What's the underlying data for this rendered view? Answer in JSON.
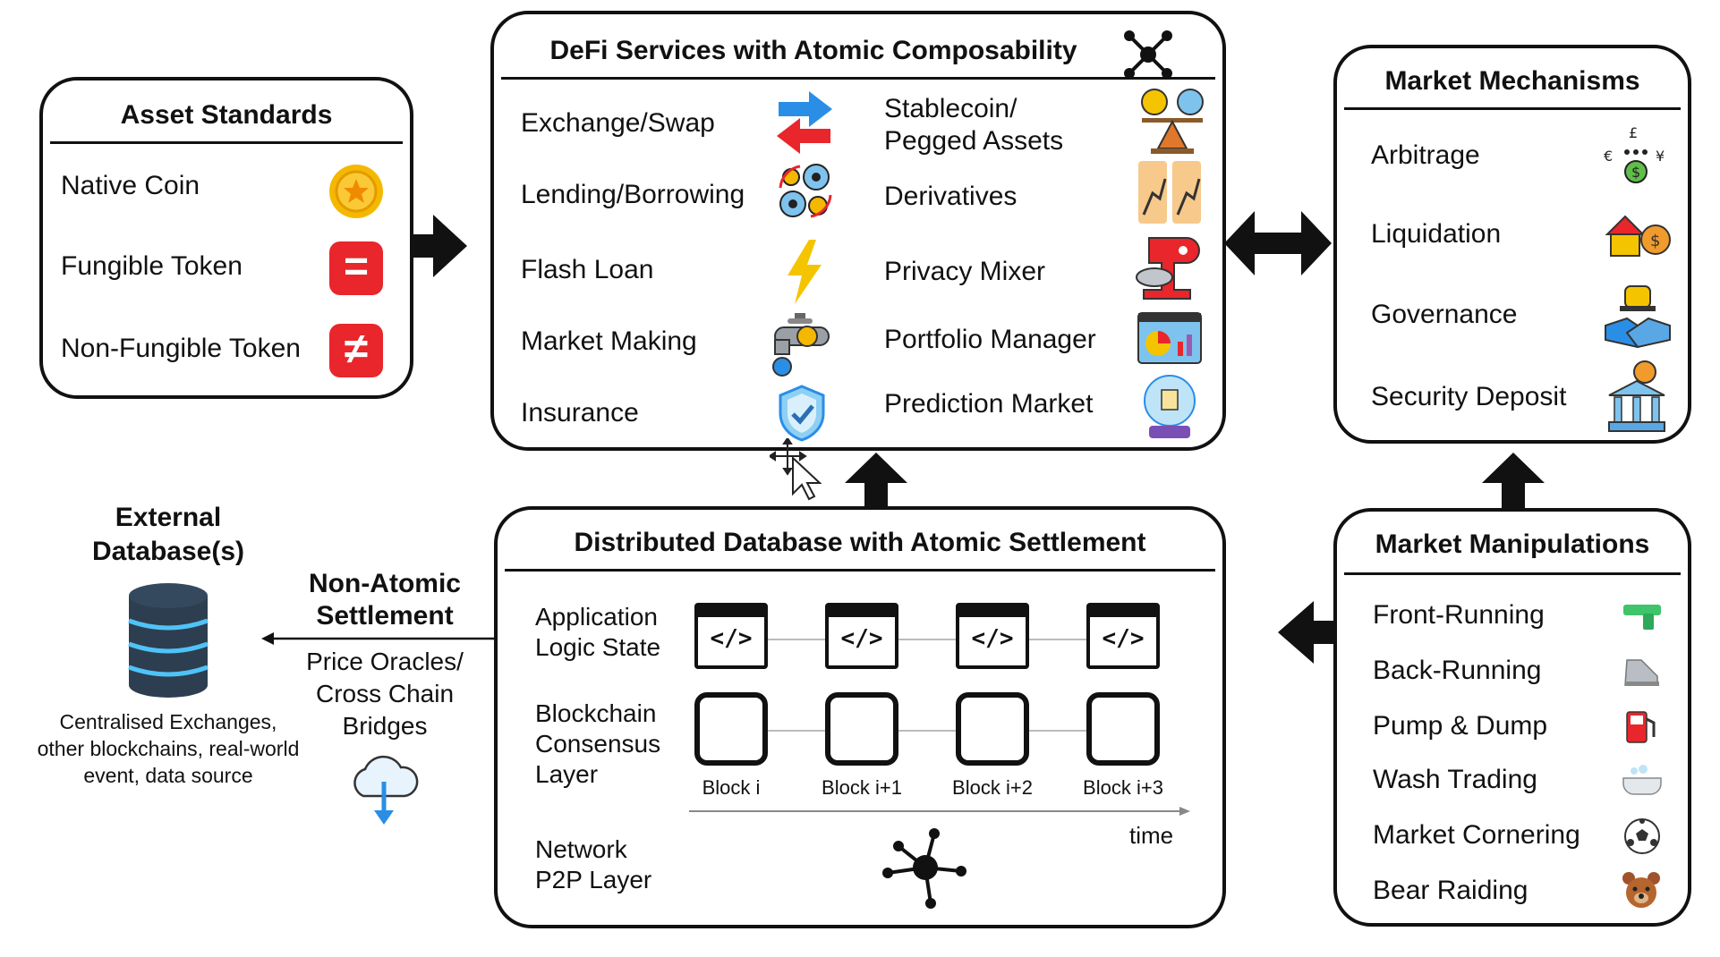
{
  "asset_standards": {
    "title": "Asset Standards",
    "items": [
      "Native Coin",
      "Fungible Token",
      "Non-Fungible Token"
    ]
  },
  "defi_services": {
    "title": "DeFi Services with Atomic Composability",
    "left_items": [
      "Exchange/Swap",
      "Lending/Borrowing",
      "Flash Loan",
      "Market Making",
      "Insurance"
    ],
    "right_items": [
      "Stablecoin/",
      "Pegged Assets",
      "Derivatives",
      "Privacy Mixer",
      "Portfolio Manager",
      "Prediction Market"
    ]
  },
  "market_mechanisms": {
    "title": "Market Mechanisms",
    "items": [
      "Arbitrage",
      "Liquidation",
      "Governance",
      "Security Deposit"
    ]
  },
  "external": {
    "title_line1": "External",
    "title_line2": "Database(s)",
    "desc_line1": "Centralised Exchanges,",
    "desc_line2": "other blockchains, real-world",
    "desc_line3": "event, data source"
  },
  "settlement": {
    "title_line1": "Non-Atomic",
    "title_line2": "Settlement",
    "sub_line1": "Price Oracles/",
    "sub_line2": "Cross Chain",
    "sub_line3": "Bridges"
  },
  "distributed_db": {
    "title": "Distributed Database with Atomic Settlement",
    "layer_app_1": "Application",
    "layer_app_2": "Logic State",
    "layer_cons_1": "Blockchain",
    "layer_cons_2": "Consensus",
    "layer_cons_3": "Layer",
    "layer_net_1": "Network",
    "layer_net_2": "P2P Layer",
    "code_symbol": "</>",
    "blocks": [
      "Block i",
      "Block i+1",
      "Block i+2",
      "Block i+3"
    ],
    "time_label": "time"
  },
  "market_manipulations": {
    "title": "Market Manipulations",
    "items": [
      "Front-Running",
      "Back-Running",
      "Pump & Dump",
      "Wash Trading",
      "Market Cornering",
      "Bear Raiding"
    ]
  },
  "icons": {
    "fungible_symbol": "=",
    "nft_symbol": "≠"
  }
}
